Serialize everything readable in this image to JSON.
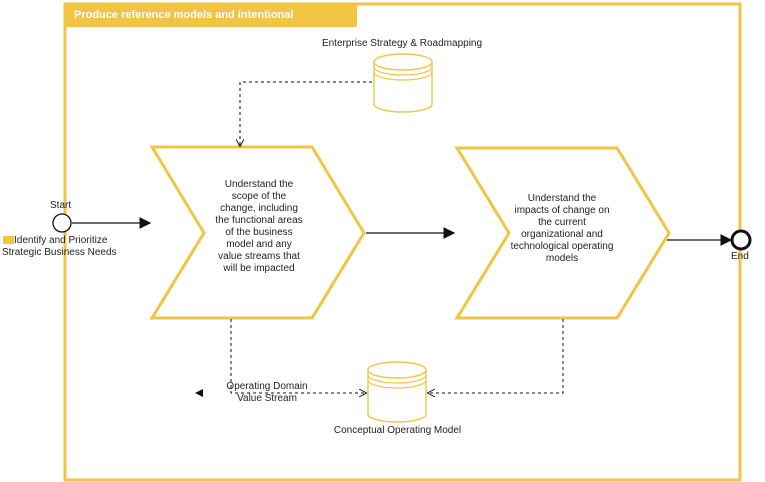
{
  "lane": {
    "title": "Produce reference models and intentional architecture"
  },
  "events": {
    "start": "Start",
    "end": "End"
  },
  "trigger": {
    "label": "Identify and Prioritize Strategic Business Needs",
    "icon": "message-icon"
  },
  "stores": {
    "strategy": "Enterprise Strategy & Roadmapping",
    "conceptual": "Conceptual Operating Model"
  },
  "tasks": {
    "scope": "Understand the scope of the change, including the functional areas of the business model and any value streams that will be impacted",
    "impacts": "Understand the impacts of change on the current organizational and technological operating models"
  },
  "artifact": {
    "label": "Operating Domain Value Stream"
  },
  "colors": {
    "accent": "#f2c443",
    "line": "#111111",
    "text": "#222222"
  }
}
